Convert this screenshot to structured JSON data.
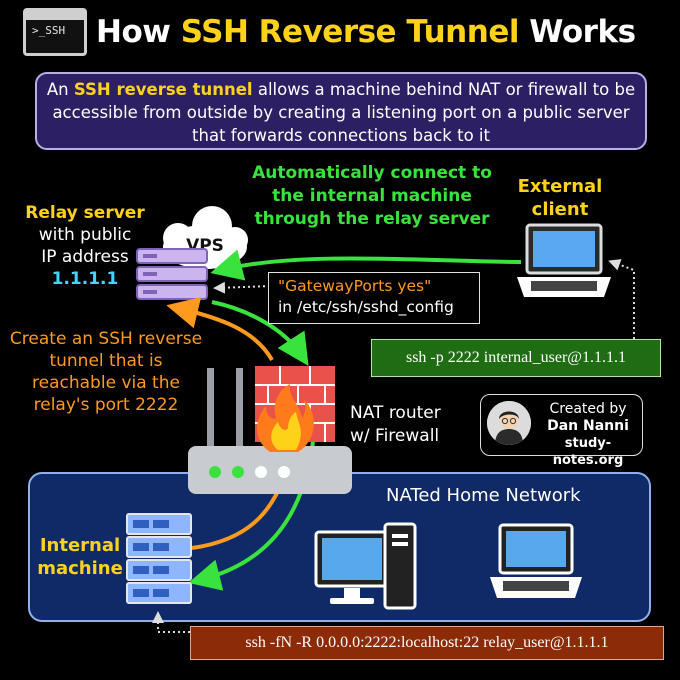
{
  "header": {
    "icon_text": ">_SSH",
    "title_prefix": "How ",
    "title_highlight": "SSH Reverse Tunnel",
    "title_suffix": " Works"
  },
  "description": {
    "prefix": "An ",
    "highlight": "SSH reverse tunnel",
    "rest": " allows a machine behind NAT or firewall to be accessible from outside by creating a listening port on a public server that forwards connections back to it"
  },
  "green_note": "Automatically connect to the internal machine through the relay server",
  "external_client": {
    "line1": "External",
    "line2": "client"
  },
  "relay_server": {
    "line1": "Relay server",
    "line2": "with public",
    "line3": "IP address",
    "ip": "1.1.1.1"
  },
  "vps_label": "VPS",
  "gateway_box": {
    "line1": "\"GatewayPorts yes\"",
    "line2": "in /etc/ssh/sshd_config"
  },
  "orange_note": "Create an SSH reverse tunnel that is reachable via the relay's port 2222",
  "nat_router": {
    "line1": "NAT router",
    "line2": "w/ Firewall"
  },
  "client_command": "ssh -p 2222 internal_user@1.1.1.1",
  "credit": {
    "line1": "Created by",
    "line2": "Dan Nanni",
    "line3": "study-notes.org"
  },
  "home_network_label": "NATed Home Network",
  "internal_machine": {
    "line1": "Internal",
    "line2": "machine"
  },
  "tunnel_command": "ssh -fN -R 0.0.0.0:2222:localhost:22 relay_user@1.1.1.1",
  "colors": {
    "highlight": "#ffd21a",
    "green": "#39e23c",
    "orange": "#ff9a1f",
    "ip": "#3fd7ff",
    "home_bg": "#0f2a66"
  }
}
